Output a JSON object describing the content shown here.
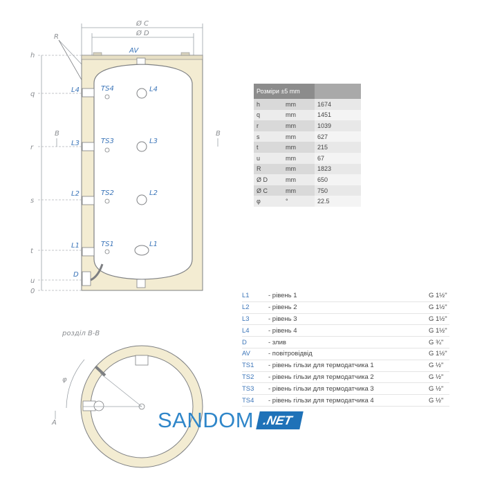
{
  "dimensions_table": {
    "header": "Розміри ±5 mm",
    "rows": [
      {
        "symbol": "h",
        "unit": "mm",
        "value": "1674"
      },
      {
        "symbol": "q",
        "unit": "mm",
        "value": "1451"
      },
      {
        "symbol": "r",
        "unit": "mm",
        "value": "1039"
      },
      {
        "symbol": "s",
        "unit": "mm",
        "value": "627"
      },
      {
        "symbol": "t",
        "unit": "mm",
        "value": "215"
      },
      {
        "symbol": "u",
        "unit": "mm",
        "value": "67"
      },
      {
        "symbol": "R",
        "unit": "mm",
        "value": "1823"
      },
      {
        "symbol": "Ø D",
        "unit": "mm",
        "value": "650"
      },
      {
        "symbol": "Ø C",
        "unit": "mm",
        "value": "750"
      },
      {
        "symbol": "φ",
        "unit": "°",
        "value": "22.5"
      }
    ]
  },
  "legend": [
    {
      "code": "L1",
      "desc": "- рівень 1",
      "size": "G 1½\""
    },
    {
      "code": "L2",
      "desc": "- рівень 2",
      "size": "G 1½\""
    },
    {
      "code": "L3",
      "desc": "- рівень 3",
      "size": "G 1½\""
    },
    {
      "code": "L4",
      "desc": "- рівень 4",
      "size": "G 1½\""
    },
    {
      "code": "D",
      "desc": "- злив",
      "size": "G ¾\""
    },
    {
      "code": "AV",
      "desc": "- повітровідвід",
      "size": "G 1½\""
    },
    {
      "code": "TS1",
      "desc": "- рівень гільзи для термодатчика 1",
      "size": "G ½\""
    },
    {
      "code": "TS2",
      "desc": "- рівень гільзи для термодатчика 2",
      "size": "G ½\""
    },
    {
      "code": "TS3",
      "desc": "- рівень гільзи для термодатчика 3",
      "size": "G ½\""
    },
    {
      "code": "TS4",
      "desc": "- рівень гільзи для термодатчика 4",
      "size": "G ½\""
    }
  ],
  "drawing": {
    "dim_labels": {
      "c": "Ø C",
      "d": "Ø D",
      "r_big": "R",
      "h": "h",
      "q": "q",
      "r": "r",
      "s": "s",
      "t": "t",
      "u": "u",
      "zero": "0",
      "b_left": "B",
      "b_right": "B",
      "a": "A",
      "phi": "φ"
    },
    "tank_labels": {
      "av": "AV",
      "l4_left": "L4",
      "ts4": "TS4",
      "l4_right": "L4",
      "l3_left": "L3",
      "ts3": "TS3",
      "l3_right": "L3",
      "l2_left": "L2",
      "ts2": "TS2",
      "l2_right": "L2",
      "l1_left": "L1",
      "ts1": "TS1",
      "l1_right": "L1",
      "d": "D"
    },
    "section_label": "розділ B-B"
  },
  "brand": {
    "word": "SANDOM",
    "suffix": ".NET"
  },
  "colors": {
    "insulation": "#f3ecd2",
    "outline": "#7d7f82",
    "label_blue": "#3a74b8",
    "brand_blue": "#2f86c9"
  }
}
